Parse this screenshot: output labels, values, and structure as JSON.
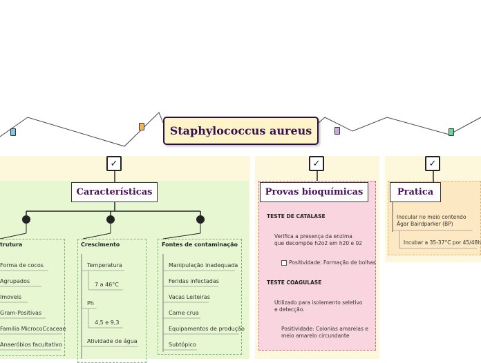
{
  "central": {
    "title": "Staphylococcus aureus"
  },
  "icons": [
    "checkbox-icon",
    "note-icon",
    "bullet-icon"
  ],
  "colors": {
    "green_panel": "#e6f7d2",
    "yellow_panel": "#fdf8dc",
    "pink_box": "#f9d5df",
    "pratica_box": "#fde8c4",
    "central_fill": "#fdf5c9"
  },
  "caracteristicas": {
    "title": "Características",
    "check": "✓",
    "estrutura": {
      "title": "trutura",
      "items": [
        "Forma de cocos",
        "Agrupados",
        "Imoveis",
        "Gram-Positivas",
        "Familia MicrocoCcaceae",
        "Anaeróbios facultativo"
      ]
    },
    "crescimento": {
      "title": "Crescimento",
      "items": [
        "Temperatura",
        "7 a 46°C",
        "Ph",
        "4,5 e 9,3",
        "Atividade de água"
      ]
    },
    "fontes": {
      "title": "Fontes de contaminação",
      "items": [
        "Manipulação inadequada",
        "Feridas infectadas",
        "Vacas Leiteiras",
        "Carne crua",
        "Equipamentos de produção",
        "Subtópico"
      ]
    }
  },
  "provas": {
    "title": "Provas bioquímicas",
    "check": "✓",
    "catalase": {
      "title": "TESTE DE CATALASE",
      "desc_1": "Verifica a presença da enzima",
      "desc_2": "que decompõe h2o2 em h20 e 02",
      "result": "Positividade: Formação de bolhas"
    },
    "coagulase": {
      "title": "TESTE COAGULASE",
      "desc_1": "Utilizado para isolamento seletivo",
      "desc_2": "e detecção.",
      "result_1": "Positividade: Colonias amarelas e",
      "result_2": "meio amarelo circundante"
    }
  },
  "pratica": {
    "title": "Pratica",
    "check": "✓",
    "item_1a": "Inocular no meio contendo",
    "item_1b": "Ágar Bairdparker (BP)",
    "item_2": "Incubar a 35-37°C por 45/48h"
  }
}
